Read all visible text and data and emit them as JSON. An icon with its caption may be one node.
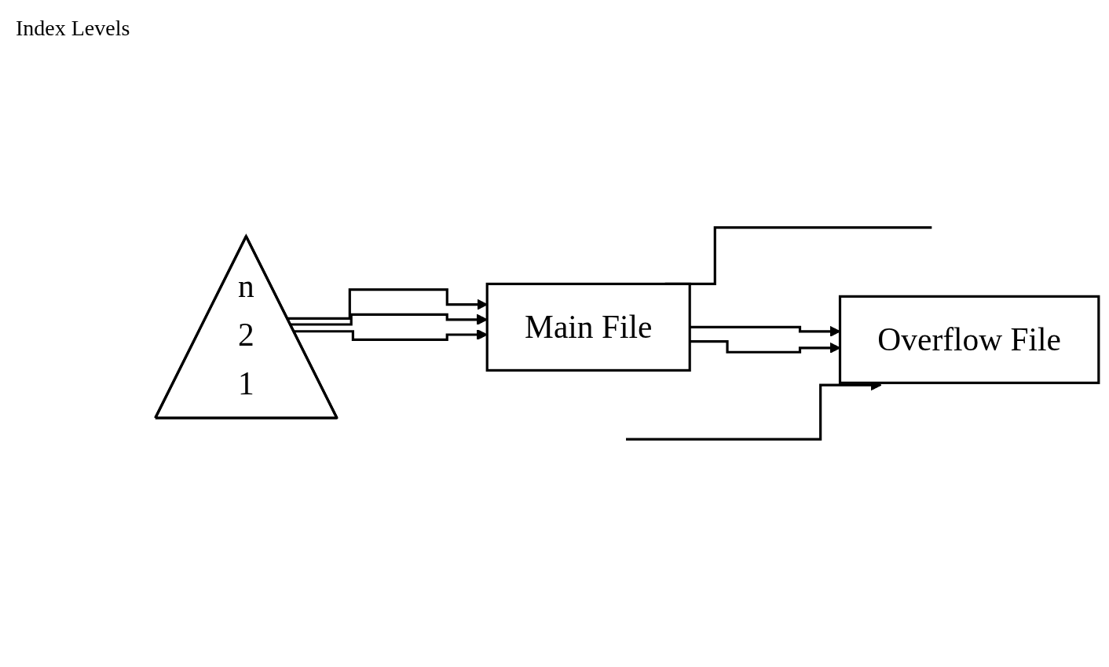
{
  "diagram": {
    "nodes": [
      {
        "text": [
          "n",
          "2",
          "1"
        ]
      },
      {
        "text": [
          "Main File"
        ]
      },
      {
        "text": [
          "Overflow File"
        ]
      }
    ],
    "edges": [
      {
        "from": 0,
        "to": 1,
        "arrow": "to"
      },
      {
        "from": 0,
        "to": 1,
        "arrow": "to"
      },
      {
        "from": 0,
        "to": 1,
        "arrow": "to"
      },
      {
        "from": 1,
        "to": null,
        "arrow": "none"
      },
      {
        "from": 1,
        "to": 2,
        "arrow": "to"
      },
      {
        "from": 1,
        "to": 2,
        "arrow": "to"
      },
      {
        "from": null,
        "to": 2,
        "arrow": "to"
      }
    ],
    "labels": [
      "Index Levels"
    ]
  }
}
